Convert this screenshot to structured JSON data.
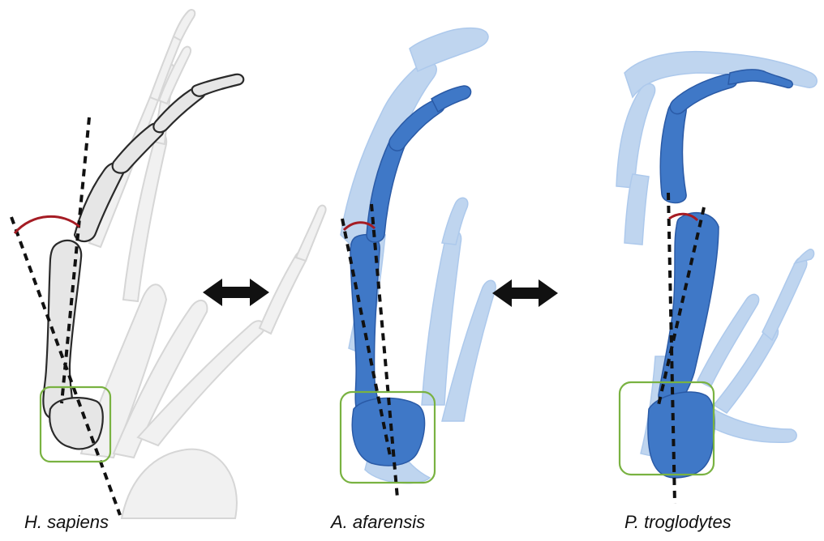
{
  "captions": {
    "left": "H. sapiens",
    "middle": "A. afarensis",
    "right": "P. troglodytes"
  },
  "colors": {
    "human_bone": "#e6e6e6",
    "human_bone_outline": "#2a2a2a",
    "human_ghost": "#f1f1f1",
    "fossil_bone": "#3f78c7",
    "fossil_bone_dark": "#2a5aa6",
    "ghost_blue": "#b9d1ee",
    "angle_arc": "#a51c24",
    "joint_box": "#79b241",
    "dashed_axis": "#111111",
    "arrow": "#111111"
  },
  "icons": {
    "comparison_arrow": "double-headed-arrow-icon"
  }
}
